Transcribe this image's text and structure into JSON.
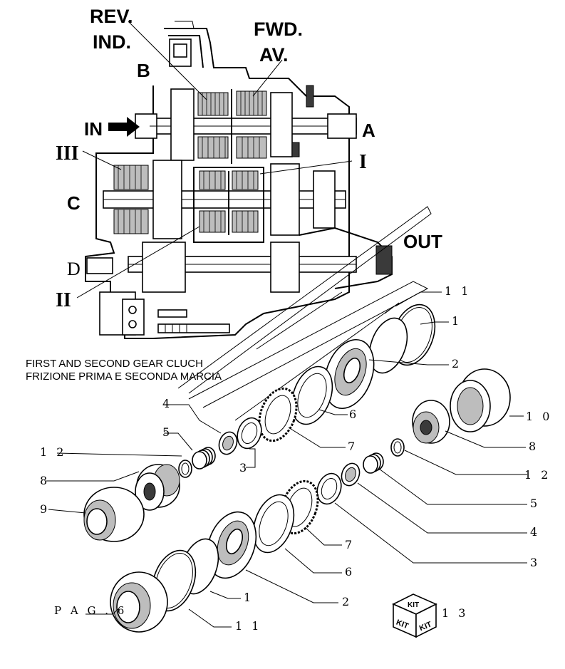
{
  "section_view": {
    "labels": {
      "rev_ind_1": "REV.",
      "rev_ind_2": "IND.",
      "fwd_1": "FWD.",
      "fwd_2": "AV.",
      "b": "B",
      "in": "IN",
      "a": "A",
      "iii": "III",
      "i": "I",
      "c": "C",
      "out": "OUT",
      "d": "D",
      "ii": "II"
    }
  },
  "caption": {
    "line1": "FIRST AND SECOND GEAR CLUCH",
    "line2": "FRIZIONE PRIMA E SECONDA MARCIA"
  },
  "callouts": {
    "c11_top": "1 1",
    "c1_top": "1",
    "c2_top": "2",
    "c6_top": "6",
    "c4_top": "4",
    "c10": "1 0",
    "c5_top": "5",
    "c7_top": "7",
    "c8_right": "8",
    "c12_left": "1 2",
    "c3_mid": "3",
    "c12_right": "1 2",
    "c8_left": "8",
    "c5_right": "5",
    "c9": "9",
    "c4_right": "4",
    "c7_bottom": "7",
    "c3_right": "3",
    "c6_bottom": "6",
    "c1_bottom": "1",
    "c2_bottom": "2",
    "pag": "P A G . 6",
    "c13": "1 3",
    "c11_bottom": "1 1"
  },
  "kit_box": {
    "top": "KIT",
    "left": "KIT",
    "right": "KIT"
  }
}
